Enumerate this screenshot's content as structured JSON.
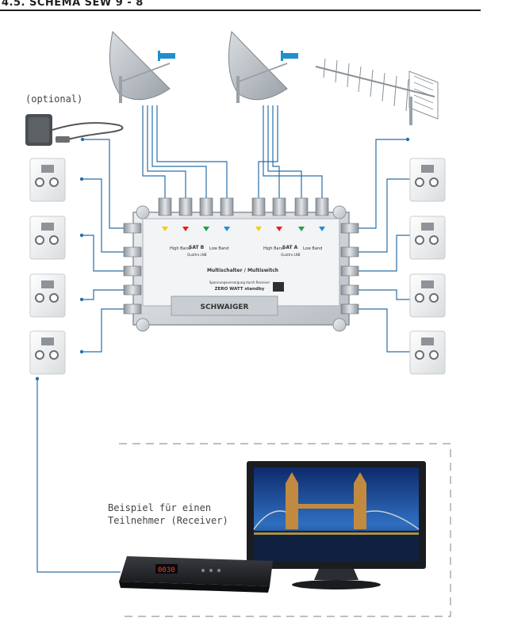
{
  "header": {
    "title": "4.5. SCHEMA SEW 9 - 8"
  },
  "notes": {
    "optional": "(optional)",
    "receiver_line1": "Beispiel für einen",
    "receiver_line2": "Teilnehmer (Receiver)"
  },
  "multiswitch": {
    "title": "Multischalter / Multiswitch",
    "power_line": "Spannungsversorgung durch Receiver",
    "standby": "ZERO WATT standby",
    "brand": "SCHWAIGER",
    "sat_b": "SAT B",
    "sat_a": "SAT A",
    "lnb": "Quattro LNB",
    "high_band": "High Band",
    "low_band": "Low Band"
  },
  "receiver": {
    "display": "0030"
  },
  "colors": {
    "cable": "#2a6fa8",
    "accent": "#1f8fd0",
    "rule": "#222222",
    "dashed": "#999999",
    "port_yellow": "#f2d100",
    "port_red": "#e02020",
    "port_green": "#20a040",
    "port_blue": "#1f8fd0"
  },
  "icons": [
    "satellite-dish-icon",
    "terrestrial-antenna-icon",
    "power-supply-icon",
    "wall-socket-icon",
    "tv-icon",
    "receiver-icon",
    "multiswitch-icon"
  ]
}
